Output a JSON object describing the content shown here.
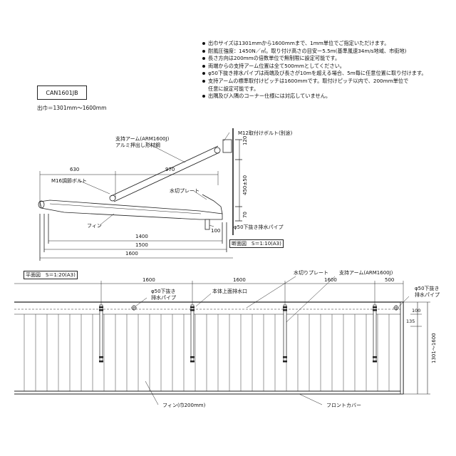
{
  "notes": [
    "出巾サイズは1301mmから1600mmまで、1mm単位でご指定いただけます。",
    "耐風圧強度：1450N／㎡。取り付け高さの目安ー5.5m(基準風速34m/s地域、市街地)",
    "長さ方向は200mmの倍数単位で無制限に設定可能です。",
    "両端からの支持アーム位置は全て500mmとしてください。",
    "φ50下抜き排水パイプは両端及び長さが10mを超える場合、5m毎に任意位置に取り付けます。",
    "支持アームの標準取付けピッチは1600mmです。取付けピッチ以内で、200mm単位で",
    "出隅及び入隅のコーナー仕様には対応していません。"
  ],
  "note_continuation": "任意に設定可能です。",
  "model": "CAN1601JB",
  "width_range": "出巾＝1301mm～1600mm",
  "section": {
    "arm_label_1": "支持アーム(ARM1600J)",
    "arm_label_2": "アルミ押出し形材鋼",
    "bolt_label": "M12取付けボルト(別途)",
    "adjust_bolt_label": "M16調節ボルト",
    "water_plate_label": "水切プレート",
    "fin_label": "フィン",
    "drain_label": "φ50下抜き排水パイプ",
    "title": "断面図　S＝1:10(A3)",
    "dim_630": "630",
    "dim_970": "970",
    "dim_120": "120",
    "dim_450": "450±50",
    "dim_70": "70",
    "dim_100": "100",
    "dim_1400": "1400",
    "dim_1500": "1500",
    "dim_1600": "1600"
  },
  "plan": {
    "title": "平面図　S＝1:20(A3)",
    "pitch": [
      "1600",
      "1600",
      "1600",
      "500"
    ],
    "drain_label_1": "φ50下抜き",
    "drain_label_2": "排水パイプ",
    "drain_label_right_1": "φ50下抜き",
    "drain_label_right_2": "排水パイプ",
    "top_outlet_label": "本体上面排水口",
    "water_plate_label": "水切りプレート",
    "arm_label": "支持アーム(ARM1600J)",
    "dim_100": "100",
    "dim_135": "135",
    "dim_width": "1301～1600",
    "fin_label": "フィン(巾200mm)",
    "front_cover_label": "フロントカバー"
  }
}
